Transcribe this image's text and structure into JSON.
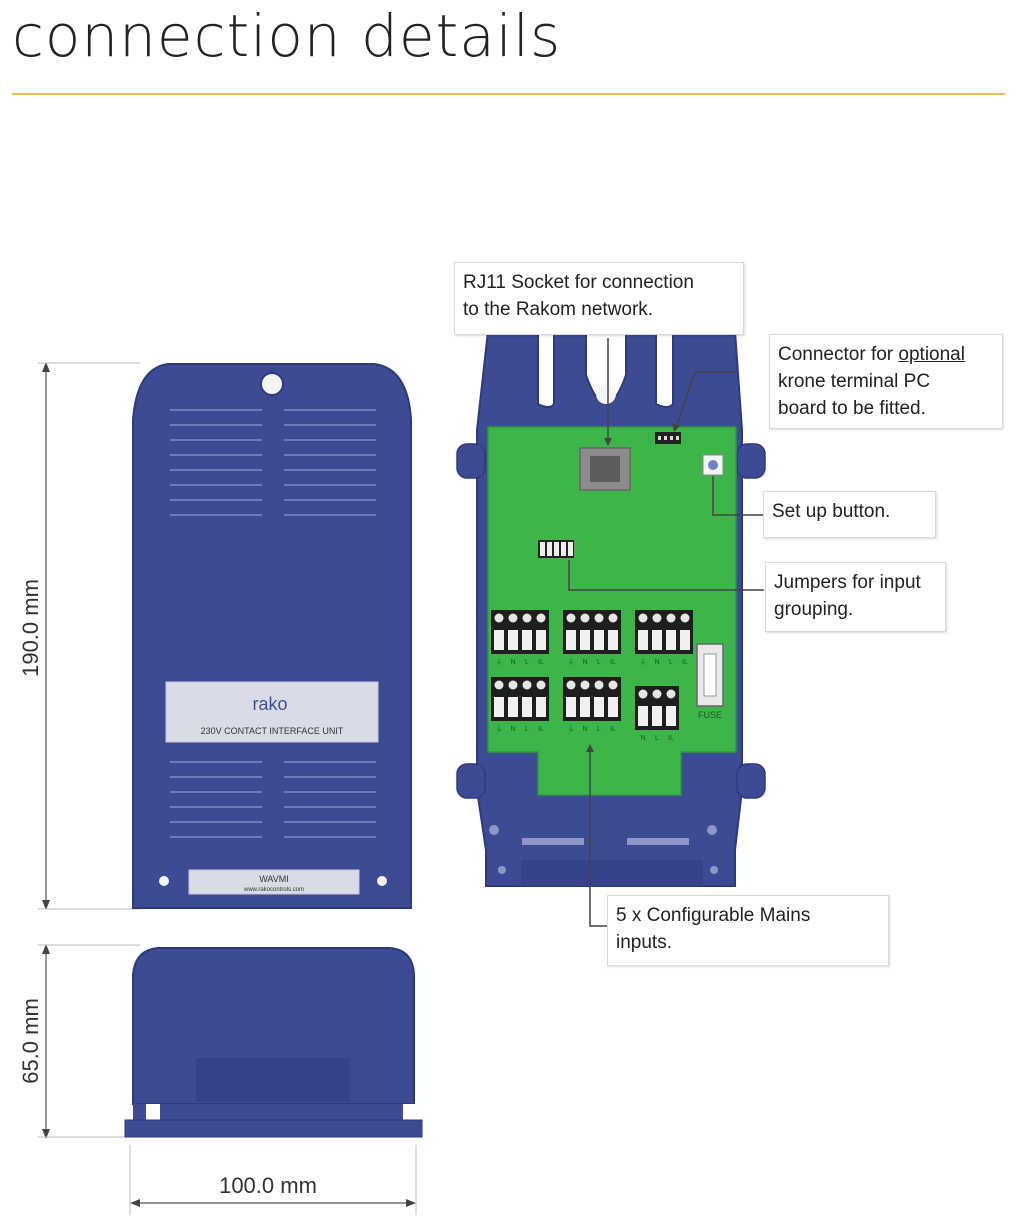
{
  "page": {
    "title": "connection details"
  },
  "dimensions": {
    "height_main": "190.0 mm",
    "height_side": "65.0 mm",
    "width": "100.0 mm"
  },
  "front_unit": {
    "brand": "rako",
    "product": "230V CONTACT INTERFACE UNIT",
    "model": "WAVMI",
    "website": "www.rakocontrols.com"
  },
  "board": {
    "fuse_label": "FUSE",
    "terminal_labels": [
      "⏚",
      "N",
      "L",
      "IL"
    ]
  },
  "callouts": {
    "rj11": {
      "line1": "RJ11 Socket for connection",
      "line2": "to the Rakom network."
    },
    "connector": {
      "prefix": "Connector for ",
      "underlined": "optional",
      "line2": "krone terminal PC",
      "line3": "board to be fitted."
    },
    "setup": {
      "line1": "Set up button."
    },
    "jumpers": {
      "line1": "Jumpers for input",
      "line2": "grouping."
    },
    "mains": {
      "line1": "5 x Configurable Mains",
      "line2": "inputs."
    }
  },
  "colors": {
    "housing": "#3d4a94",
    "housing_dark": "#2f3a7c",
    "pcb": "#3cb54a",
    "accent_rule": "#f2b85c"
  }
}
